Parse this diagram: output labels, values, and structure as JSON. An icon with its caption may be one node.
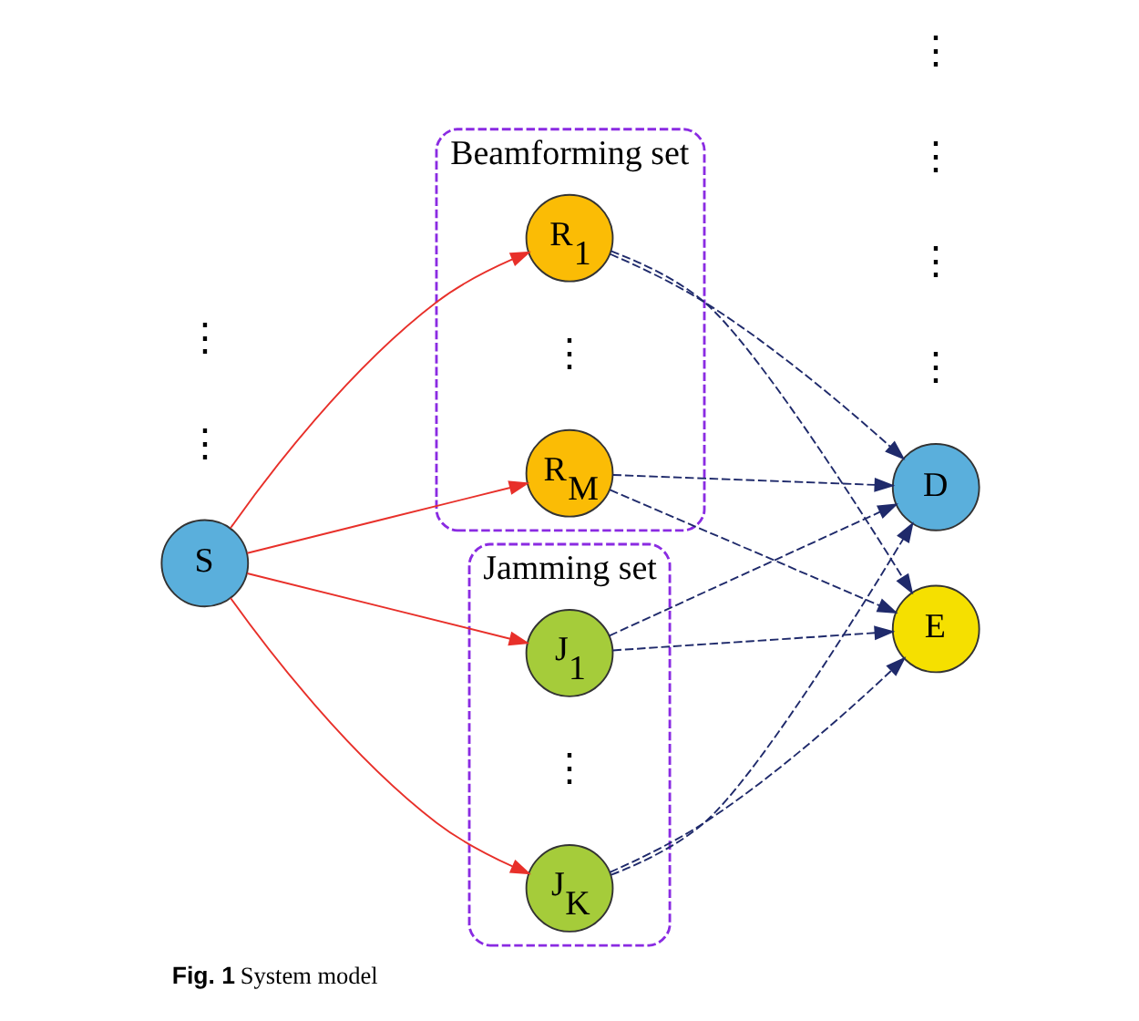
{
  "diagram": {
    "caption": "**Fig. 1** System model",
    "nodes": [
      {
        "text": [
          "S"
        ]
      },
      {
        "text": [
          "Beamforming set"
        ]
      },
      {
        "text": [
          "R$_{1}$"
        ],
        "in": 1
      },
      {
        "text": [
          "R$_{M}$"
        ],
        "in": 1
      },
      {
        "text": [
          "Jamming set"
        ]
      },
      {
        "text": [
          "J$_{1}$"
        ],
        "in": 4
      },
      {
        "text": [
          "J$_{K}$"
        ],
        "in": 4
      },
      {
        "text": [
          "D"
        ]
      },
      {
        "text": [
          "E"
        ]
      }
    ],
    "edges": [
      {
        "from": 0,
        "to": 2,
        "arrow": "to",
        "color": "#e8302a"
      },
      {
        "from": 0,
        "to": 3,
        "arrow": "to",
        "color": "#e8302a"
      },
      {
        "from": 0,
        "to": 5,
        "arrow": "to",
        "color": "#e8302a"
      },
      {
        "from": 0,
        "to": 6,
        "arrow": "to",
        "color": "#e8302a"
      },
      {
        "from": 2,
        "to": 7,
        "arrow": "to",
        "style": "dashed"
      },
      {
        "from": 2,
        "to": 8,
        "arrow": "to",
        "style": "dashed"
      },
      {
        "from": 3,
        "to": 7,
        "arrow": "to",
        "style": "dashed"
      },
      {
        "from": 3,
        "to": 8,
        "arrow": "to",
        "style": "dashed"
      },
      {
        "from": 5,
        "to": 7,
        "arrow": "to",
        "style": "dashed"
      },
      {
        "from": 5,
        "to": 8,
        "arrow": "to",
        "style": "dashed"
      },
      {
        "from": 6,
        "to": 7,
        "arrow": "to",
        "style": "dashed"
      },
      {
        "from": 6,
        "to": 8,
        "arrow": "to",
        "style": "dashed"
      }
    ],
    "labels": [
      "⋮",
      "⋮",
      "⋮",
      "⋮",
      "⋮",
      "⋮",
      "⋮",
      "⋮"
    ]
  }
}
